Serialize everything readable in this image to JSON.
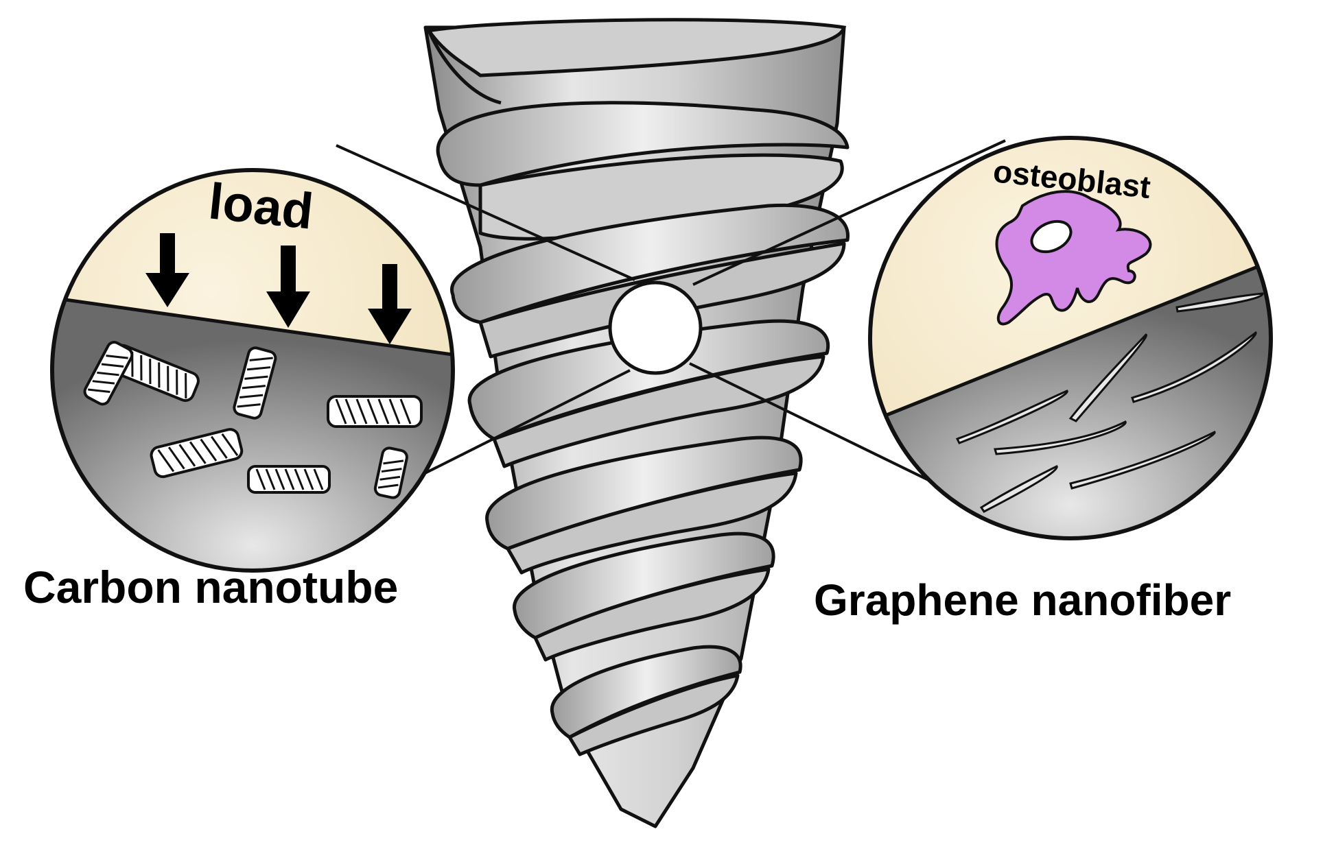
{
  "labels": {
    "left_caption": "Carbon nanotube",
    "right_caption": "Graphene nanofiber",
    "load": "load",
    "osteoblast": "osteoblast"
  },
  "colors": {
    "tissue": "#f5e8c8",
    "implant_dark": "#6e6e6e",
    "implant_light": "#d8d8d8",
    "screw_light": "#e2e2e2",
    "screw_mid": "#bdbdbd",
    "screw_dark": "#8a8a8a",
    "osteoblast": "#d389e6",
    "outline": "#111111"
  },
  "icons": [
    "down-arrow-icon",
    "carbon-nanotube-icon",
    "graphene-nanofiber-icon",
    "osteoblast-cell-icon"
  ]
}
